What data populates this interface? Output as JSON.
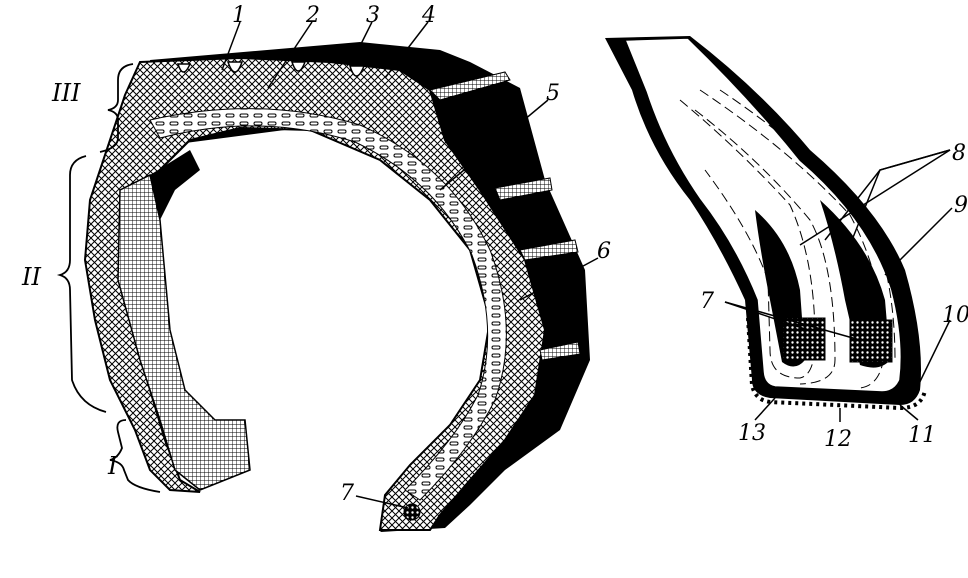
{
  "callouts": [
    {
      "id": "c1",
      "text": "1"
    },
    {
      "id": "c2",
      "text": "2"
    },
    {
      "id": "c3",
      "text": "3"
    },
    {
      "id": "c4",
      "text": "4"
    },
    {
      "id": "c5",
      "text": "5"
    },
    {
      "id": "c6",
      "text": "6"
    },
    {
      "id": "c7a",
      "text": "7"
    },
    {
      "id": "c7b",
      "text": "7"
    },
    {
      "id": "c8",
      "text": "8"
    },
    {
      "id": "c9",
      "text": "9"
    },
    {
      "id": "c10",
      "text": "10"
    },
    {
      "id": "c11",
      "text": "11"
    },
    {
      "id": "c12",
      "text": "12"
    },
    {
      "id": "c13",
      "text": "13"
    }
  ],
  "zones": [
    {
      "id": "zIII",
      "text": "III"
    },
    {
      "id": "zII",
      "text": "II"
    },
    {
      "id": "zI",
      "text": "I"
    }
  ],
  "colors": {
    "ink": "#000000",
    "paper": "#ffffff"
  }
}
